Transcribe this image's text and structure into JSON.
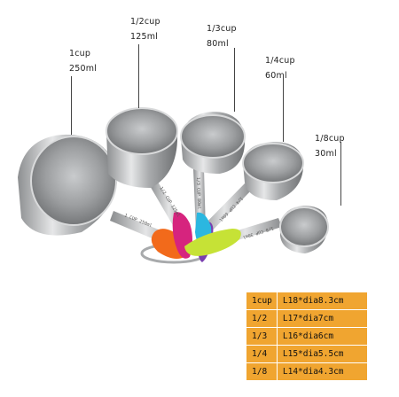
{
  "cups": [
    {
      "size": "1cup",
      "volume": "250ml",
      "handle_text": "1 CUP 250ml"
    },
    {
      "size": "1/2cup",
      "volume": "125ml",
      "handle_text": "1/2 CUP 125ml"
    },
    {
      "size": "1/3cup",
      "volume": "80ml",
      "handle_text": "1/3 CUP 80ml"
    },
    {
      "size": "1/4cup",
      "volume": "60ml",
      "handle_text": "1/4 CUP 60ml"
    },
    {
      "size": "1/8cup",
      "volume": "30ml",
      "handle_text": "1/8 CUP 30ml"
    }
  ],
  "spec_table": [
    {
      "size": "1cup",
      "dims": "L18*dia8.3cm"
    },
    {
      "size": "1/2",
      "dims": "L17*dia7cm"
    },
    {
      "size": "1/3",
      "dims": "L16*dia6cm"
    },
    {
      "size": "1/4",
      "dims": "L15*dia5.5cm"
    },
    {
      "size": "1/8",
      "dims": "L14*dia4.3cm"
    }
  ],
  "colors": {
    "table_background": "#f0a530",
    "grip_orange": "#f26a1b",
    "grip_magenta": "#d6247e",
    "grip_purple": "#7a3fb0",
    "grip_cyan": "#2bb7e0",
    "grip_lime": "#c6e236",
    "steel": "#b7b9bb"
  }
}
